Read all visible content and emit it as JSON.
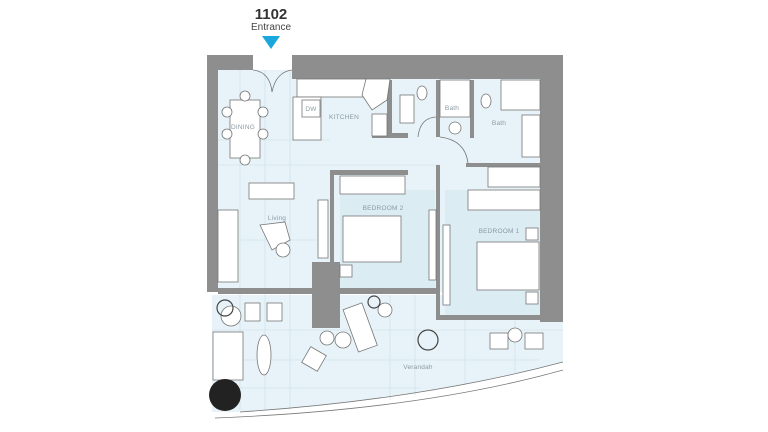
{
  "unit": {
    "number": "1102",
    "entrance_label": "Entrance",
    "accent_color": "#1aa7dc"
  },
  "rooms": {
    "dining": "DINING",
    "kitchen": "KITCHEN",
    "dishwasher": "DW",
    "bath_1": "Bath",
    "bath_2": "Bath",
    "living": "Living",
    "bedroom_2": "BEDROOM 2",
    "bedroom_1": "BEDROOM 1",
    "verandah": "Verandah"
  }
}
